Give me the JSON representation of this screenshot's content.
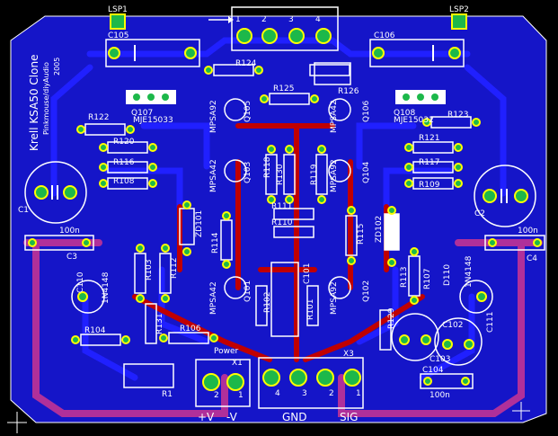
{
  "title_lines": [
    "Krell KSA50 Clone",
    "Pinkmouse/diyAudio",
    "2005"
  ],
  "colors": {
    "background": "#000000",
    "board": "#1515c8",
    "board_dark": "#0b0b8a",
    "top_copper": "#c00000",
    "bottom_copper": "#1a1aff",
    "overlap": "#b0309a",
    "pad": "#1db84a",
    "pad_ring": "#ffff00",
    "silk": "#ffffff"
  },
  "labels": {
    "lsp1": "LSP1",
    "lsp2": "LSP2",
    "c105": "C105",
    "c106": "C106",
    "r124": "R124",
    "r125": "R125",
    "r126": "R126",
    "q107": "Q107",
    "mje15033": "MJE15033",
    "q108": "Q108",
    "mje15032": "MJE15032",
    "r122": "R122",
    "r123": "R123",
    "r120": "R120",
    "r121": "R121",
    "r116": "R116",
    "r117": "R117",
    "r108": "R108",
    "r109": "R109",
    "q105": "Q105",
    "q106": "Q106",
    "q103": "Q103",
    "q104": "Q104",
    "mpsa92a": "MPSA92",
    "mpsa42a": "MPSA42",
    "mpsa42b": "MPSA42",
    "mpsa92b": "MPSA92",
    "r118": "R118",
    "r130": "R130",
    "r119": "R119",
    "r111": "R111",
    "r110": "R110",
    "r115": "R115",
    "zd101": "ZD101",
    "zd102": "ZD102",
    "r114": "R114",
    "c1": "C1",
    "c2": "C2",
    "c3": "C3",
    "c4": "C4",
    "n100a": "100n",
    "n100b": "100n",
    "n100c": "100n",
    "c110": "C110",
    "c111": "C111",
    "d4148a": "1N4148",
    "d4148b": "1N4148",
    "r103": "R103",
    "r112": "R112",
    "r113": "R113",
    "r107": "R107",
    "d110": "D110",
    "q101": "Q101",
    "q102": "Q102",
    "mpsa42c": "MPSA42",
    "mpsa92c": "MPSA92",
    "r102": "R102",
    "c101": "C101",
    "r101": "R101",
    "r129": "R129",
    "c102": "C102",
    "c103": "C103",
    "c104": "C104",
    "r104": "R104",
    "r131": "R131",
    "r106": "R106",
    "r1": "R1",
    "power": "Power",
    "x1": "X1",
    "x3": "X3",
    "plus_v": "+V",
    "minus_v": "-V",
    "gnd": "GND",
    "sig": "SIG",
    "pin1": "1",
    "pin2": "2",
    "pin3": "3",
    "pin4": "4"
  }
}
